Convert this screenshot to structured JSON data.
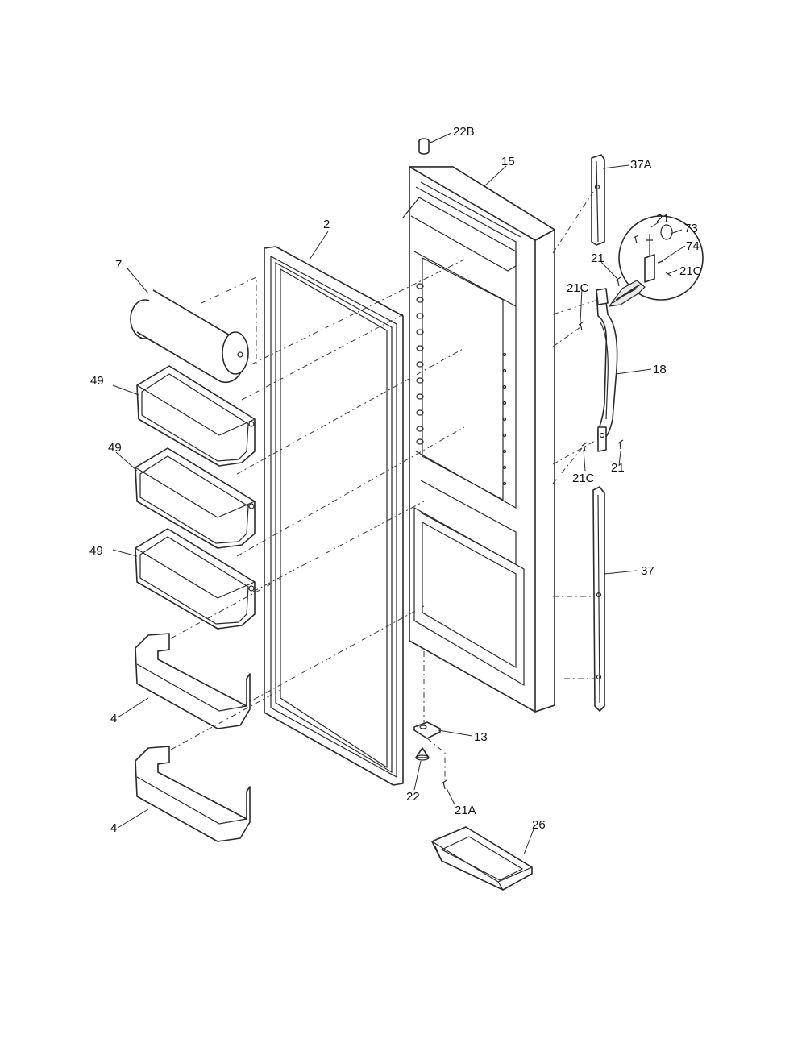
{
  "callouts": {
    "c_22B": "22B",
    "c_15": "15",
    "c_37A": "37A",
    "c_2": "2",
    "c_21_top": "21",
    "c_73": "73",
    "c_74": "74",
    "c_7": "7",
    "c_21_mid": "21",
    "c_21C_detail": "21C",
    "c_21C_upper": "21C",
    "c_18": "18",
    "c_49_a": "49",
    "c_49_b": "49",
    "c_49_c": "49",
    "c_21C_lower": "21C",
    "c_21_lower": "21",
    "c_37": "37",
    "c_4_a": "4",
    "c_4_b": "4",
    "c_13": "13",
    "c_22": "22",
    "c_21A": "21A",
    "c_26": "26"
  }
}
